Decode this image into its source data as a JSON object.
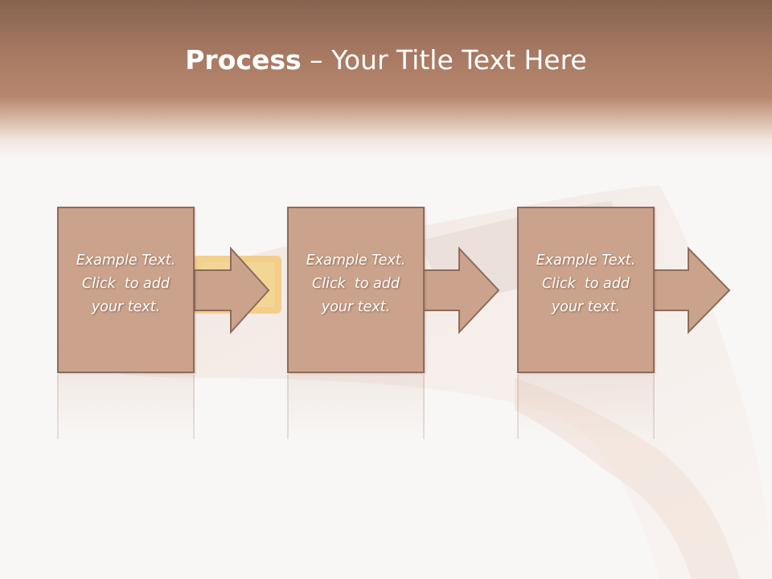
{
  "slide": {
    "title_bold": "Process",
    "title_rest": " – Your Title Text Here"
  },
  "steps": [
    {
      "lines": [
        "Example Text.",
        "Click  to add",
        "your text."
      ]
    },
    {
      "lines": [
        "Example Text.",
        "Click  to add",
        "your text."
      ]
    },
    {
      "lines": [
        "Example Text.",
        "Click  to add",
        "your text."
      ]
    }
  ],
  "colors": {
    "header_dark": "#86634f",
    "box_fill": "#cba38c",
    "box_border": "#8d6b5c",
    "text": "#ffffff"
  }
}
